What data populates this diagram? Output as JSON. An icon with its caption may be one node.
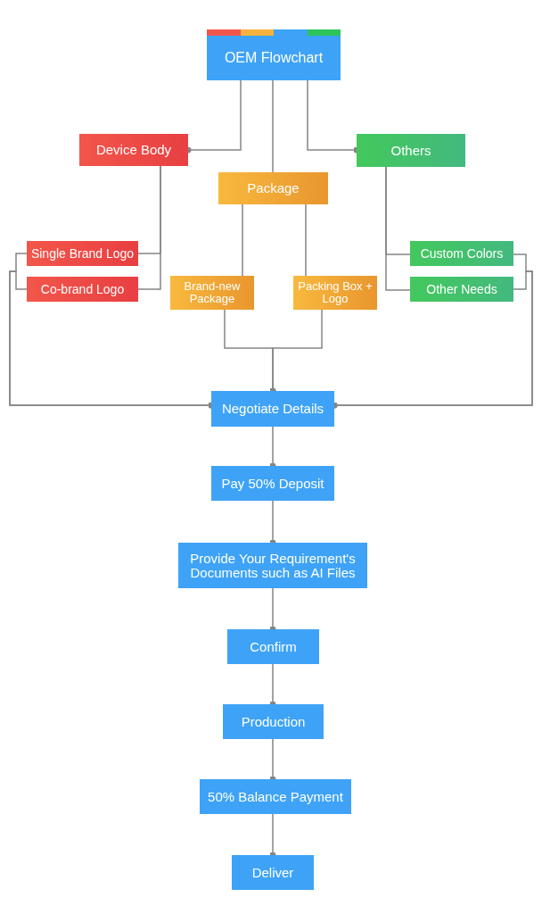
{
  "diagram": {
    "nodes": [
      {
        "text": [
          "OEM Flowchart"
        ]
      },
      {
        "text": [
          "Device Body"
        ]
      },
      {
        "text": [
          "Package"
        ]
      },
      {
        "text": [
          "Others"
        ]
      },
      {
        "text": [
          "Single Brand Logo"
        ]
      },
      {
        "text": [
          "Co-brand Logo"
        ]
      },
      {
        "text": [
          "Brand-new Package"
        ]
      },
      {
        "text": [
          "Packing Box + Logo"
        ]
      },
      {
        "text": [
          "Custom Colors"
        ]
      },
      {
        "text": [
          "Other Needs"
        ]
      },
      {
        "text": [
          "Negotiate Details"
        ]
      },
      {
        "text": [
          "Pay 50% Deposit"
        ]
      },
      {
        "text": [
          "Provide Your Requirement's Documents such as AI Files"
        ]
      },
      {
        "text": [
          "Confirm"
        ]
      },
      {
        "text": [
          "Production"
        ]
      },
      {
        "text": [
          "50% Balance Payment"
        ]
      },
      {
        "text": [
          "Deliver"
        ]
      }
    ],
    "edges": [
      {
        "from": 0,
        "to": 1,
        "arrow": "other"
      },
      {
        "from": 0,
        "to": 2,
        "arrow": "none"
      },
      {
        "from": 0,
        "to": 3,
        "arrow": "other"
      },
      {
        "from": 1,
        "to": 4,
        "arrow": "none"
      },
      {
        "from": 1,
        "to": 5,
        "arrow": "none"
      },
      {
        "from": 2,
        "to": 6,
        "arrow": "none"
      },
      {
        "from": 2,
        "to": 7,
        "arrow": "none"
      },
      {
        "from": 3,
        "to": 8,
        "arrow": "none"
      },
      {
        "from": 3,
        "to": 9,
        "arrow": "none"
      },
      {
        "from": 4,
        "to": 10,
        "arrow": "other"
      },
      {
        "from": 5,
        "to": 10,
        "arrow": "other"
      },
      {
        "from": 6,
        "to": 10,
        "arrow": "other"
      },
      {
        "from": 7,
        "to": 10,
        "arrow": "other"
      },
      {
        "from": 8,
        "to": 10,
        "arrow": "other"
      },
      {
        "from": 9,
        "to": 10,
        "arrow": "other"
      },
      {
        "from": 10,
        "to": 11,
        "arrow": "other"
      },
      {
        "from": 11,
        "to": 12,
        "arrow": "other"
      },
      {
        "from": 12,
        "to": 13,
        "arrow": "other"
      },
      {
        "from": 13,
        "to": 14,
        "arrow": "other"
      },
      {
        "from": 14,
        "to": 15,
        "arrow": "other"
      },
      {
        "from": 15,
        "to": 16,
        "arrow": "other"
      }
    ]
  }
}
